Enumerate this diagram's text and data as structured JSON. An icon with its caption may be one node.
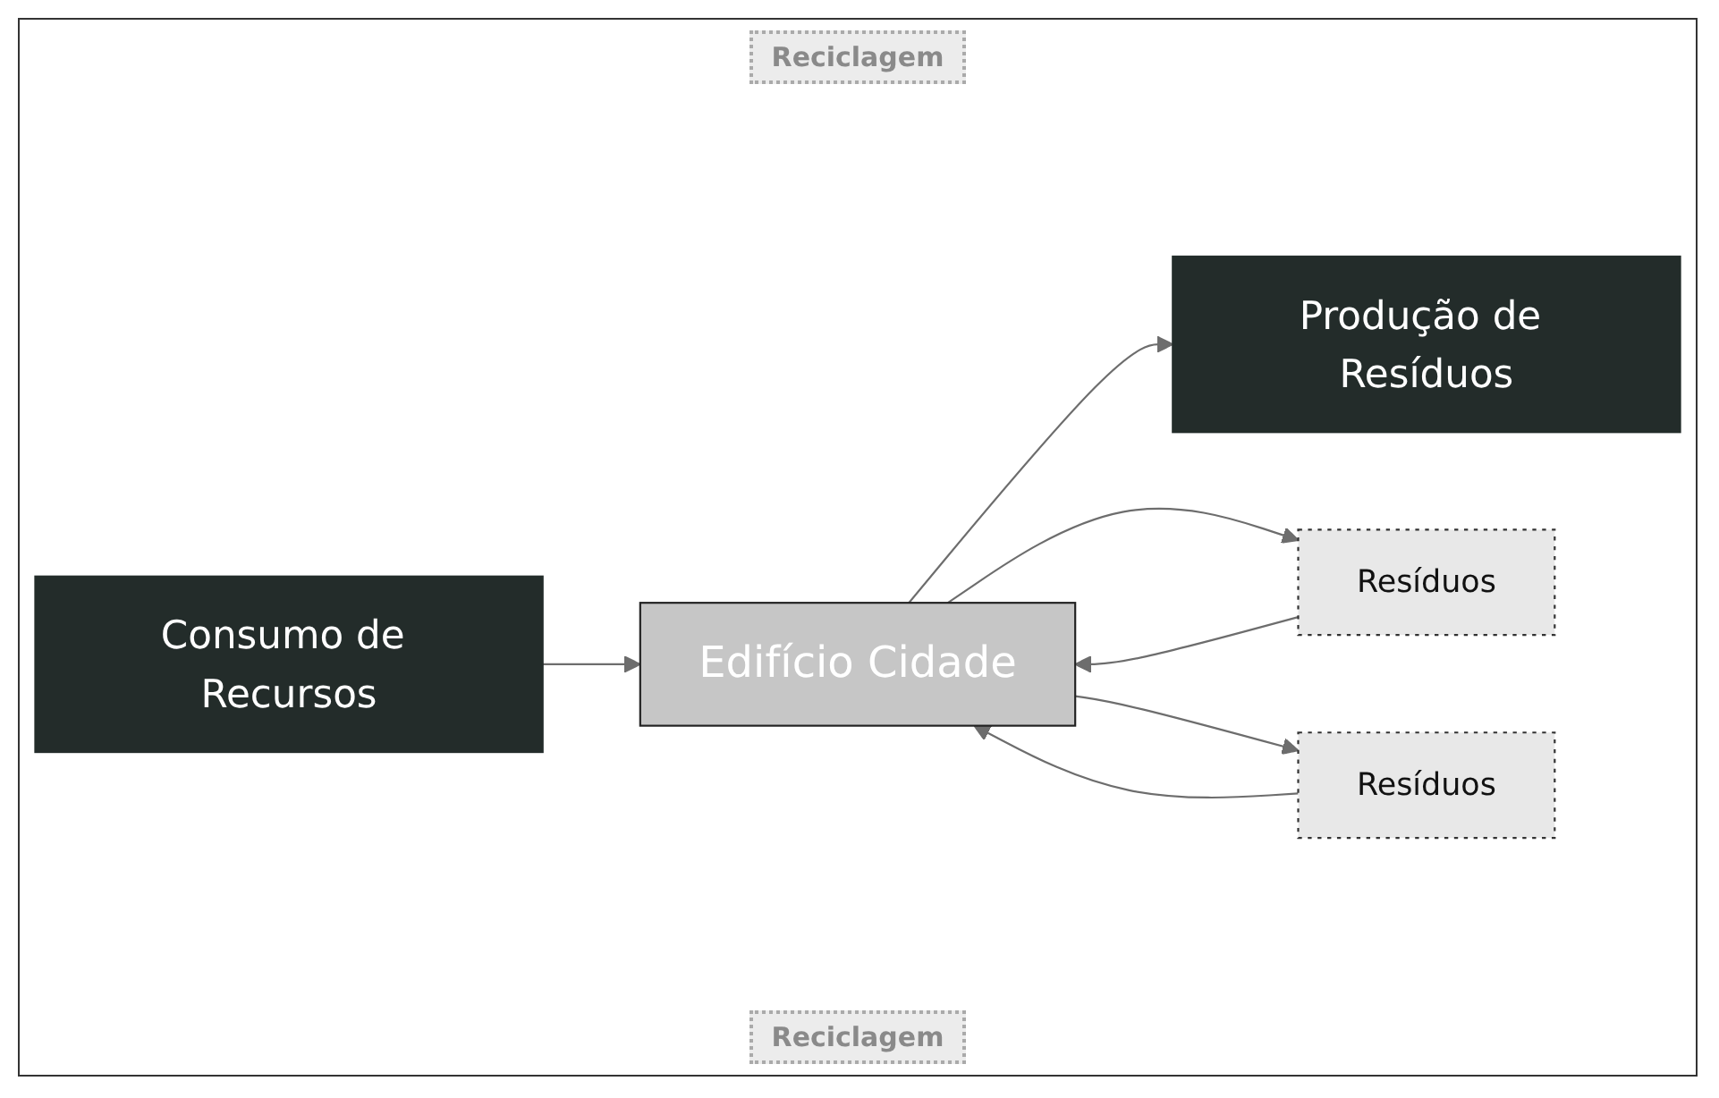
{
  "diagram": {
    "nodes": [
      {
        "text": [
          "Consumo de Recursos"
        ]
      },
      {
        "text": [
          "Resíduos"
        ]
      },
      {
        "text": [
          "Edifício Cidade"
        ]
      },
      {
        "text": [
          "Resíduos"
        ]
      },
      {
        "text": [
          "Produção de Resíduos"
        ]
      }
    ],
    "edges": [
      {
        "from": 0,
        "to": 2,
        "arrow": "to"
      },
      {
        "from": 2,
        "to": 4,
        "arrow": "to"
      },
      {
        "from": 2,
        "to": 1,
        "arrow": "to"
      },
      {
        "from": 1,
        "to": 2,
        "arrow": "to"
      },
      {
        "from": 2,
        "to": 3,
        "arrow": "to"
      },
      {
        "from": 3,
        "to": 2,
        "arrow": "to"
      }
    ],
    "labels": [
      "Reciclagem",
      "Reciclagem"
    ]
  }
}
